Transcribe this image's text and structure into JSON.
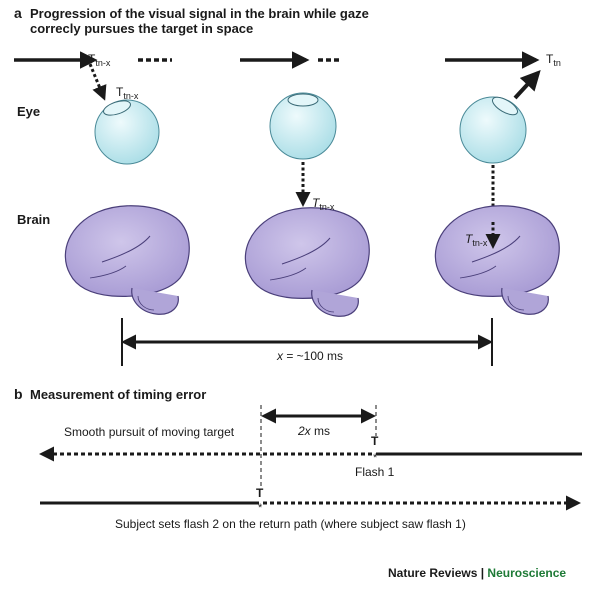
{
  "panel_a": {
    "letter": "a",
    "heading_line1": "Progression of the visual signal in the brain while gaze",
    "heading_line2": "correcly pursues the target in space",
    "row_eye": "Eye",
    "row_brain": "Brain",
    "target_symbol": "T",
    "sub_tn_x": "tn-x",
    "sub_tn": "tn",
    "interval_var": "x",
    "interval_rest": " = ~100 ms"
  },
  "panel_b": {
    "letter": "b",
    "heading": "Measurement of timing error",
    "pursuit_label": "Smooth pursuit of moving target",
    "interval_label_var": "2x",
    "interval_label_rest": " ms",
    "flash_marker": "T",
    "star": "*",
    "flash1_label": "Flash 1",
    "flash2_caption": "Subject sets flash 2 on the return path (where subject saw flash 1)"
  },
  "credit": {
    "journal": "Nature Reviews",
    "separator": " | ",
    "section": "Neuroscience"
  },
  "colors": {
    "eye_fill": "#cdeef3",
    "eye_stroke": "#4a8a98",
    "brain_fill": "#b7addb",
    "brain_stroke": "#4a3f7a",
    "line": "#1a1a1a",
    "credit_accent": "#1e7a36"
  }
}
